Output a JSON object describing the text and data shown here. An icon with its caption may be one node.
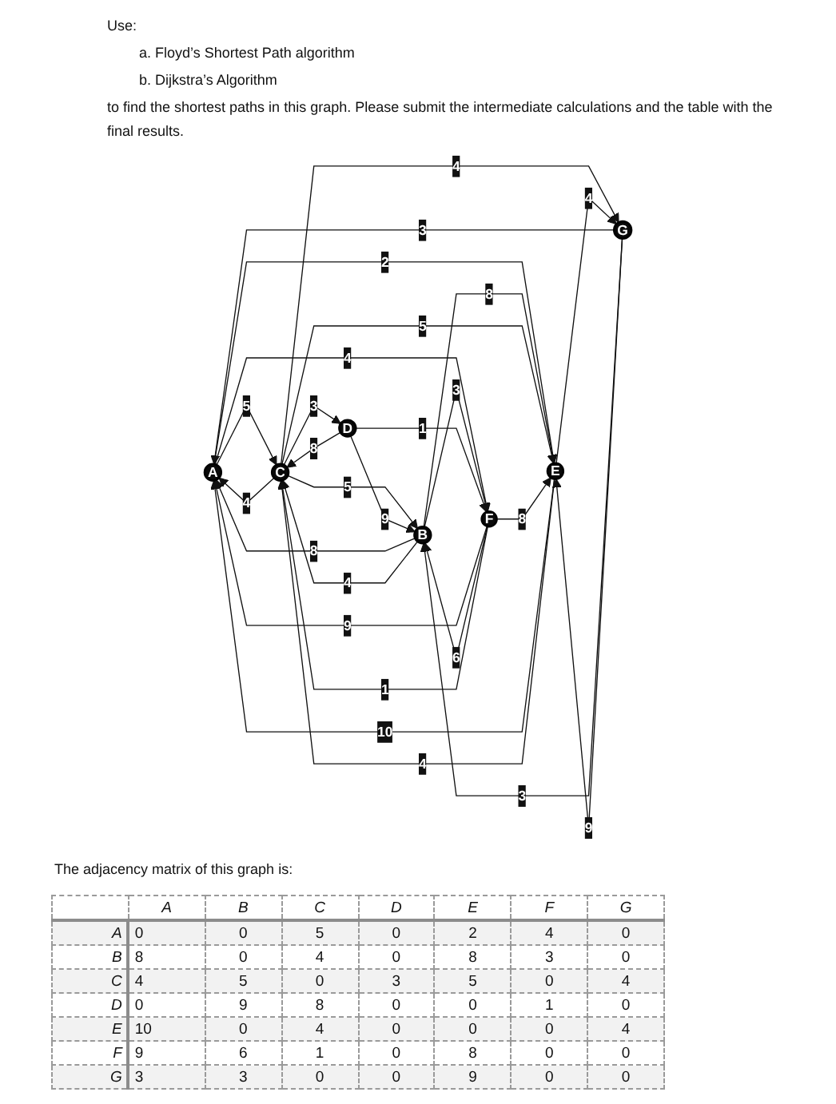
{
  "diagram": {
    "nodes": [
      {
        "text": [
          "A"
        ]
      },
      {
        "text": [
          "B"
        ]
      },
      {
        "text": [
          "C"
        ]
      },
      {
        "text": [
          "D"
        ]
      },
      {
        "text": [
          "E"
        ]
      },
      {
        "text": [
          "F"
        ]
      },
      {
        "text": [
          "G"
        ]
      }
    ],
    "edges": [
      {
        "from": 0,
        "to": 2,
        "arrow": "to",
        "label": "5"
      },
      {
        "from": 0,
        "to": 4,
        "arrow": "to",
        "label": "2"
      },
      {
        "from": 0,
        "to": 5,
        "arrow": "to",
        "label": "4"
      },
      {
        "from": 1,
        "to": 0,
        "arrow": "to",
        "label": "8"
      },
      {
        "from": 1,
        "to": 2,
        "arrow": "to",
        "label": "4"
      },
      {
        "from": 1,
        "to": 4,
        "arrow": "to",
        "label": "8"
      },
      {
        "from": 1,
        "to": 5,
        "arrow": "to",
        "label": "3"
      },
      {
        "from": 2,
        "to": 0,
        "arrow": "to",
        "label": "4"
      },
      {
        "from": 2,
        "to": 1,
        "arrow": "to",
        "label": "5"
      },
      {
        "from": 2,
        "to": 3,
        "arrow": "to",
        "label": "3"
      },
      {
        "from": 2,
        "to": 4,
        "arrow": "to",
        "label": "5"
      },
      {
        "from": 2,
        "to": 6,
        "arrow": "to",
        "label": "4"
      },
      {
        "from": 3,
        "to": 1,
        "arrow": "to",
        "label": "9"
      },
      {
        "from": 3,
        "to": 2,
        "arrow": "to",
        "label": "8"
      },
      {
        "from": 3,
        "to": 5,
        "arrow": "to",
        "label": "1"
      },
      {
        "from": 4,
        "to": 0,
        "arrow": "to",
        "label": "10"
      },
      {
        "from": 4,
        "to": 2,
        "arrow": "to",
        "label": "4"
      },
      {
        "from": 4,
        "to": 6,
        "arrow": "to",
        "label": "4"
      },
      {
        "from": 5,
        "to": 0,
        "arrow": "to",
        "label": "9"
      },
      {
        "from": 5,
        "to": 1,
        "arrow": "to",
        "label": "6"
      },
      {
        "from": 5,
        "to": 2,
        "arrow": "to",
        "label": "1"
      },
      {
        "from": 5,
        "to": 4,
        "arrow": "to",
        "label": "8"
      },
      {
        "from": 6,
        "to": 0,
        "arrow": "to",
        "label": "3"
      },
      {
        "from": 6,
        "to": 1,
        "arrow": "to",
        "label": "3"
      },
      {
        "from": 6,
        "to": 4,
        "arrow": "to",
        "label": "9"
      }
    ],
    "labels": [
      "Use:",
      "a. Floyd’s Shortest Path algorithm",
      "b. Dijkstra’s Algorithm",
      "to find the shortest paths in this graph. Please submit the intermediate calculations and the table with the final results.",
      "The adjacency matrix of this graph is:",
      "A",
      "B",
      "C",
      "D",
      "E",
      "F",
      "G",
      "A",
      "0",
      "0",
      "5",
      "0",
      "2",
      "4",
      "0",
      "B",
      "8",
      "0",
      "4",
      "0",
      "8",
      "3",
      "0",
      "C",
      "4",
      "5",
      "0",
      "3",
      "5",
      "0",
      "4",
      "D",
      "0",
      "9",
      "8",
      "0",
      "0",
      "1",
      "0",
      "E",
      "10",
      "0",
      "4",
      "0",
      "0",
      "0",
      "4",
      "F",
      "9",
      "6",
      "1",
      "0",
      "8",
      "0",
      "0",
      "G",
      "3",
      "3",
      "0",
      "0",
      "9",
      "0",
      "0"
    ]
  }
}
